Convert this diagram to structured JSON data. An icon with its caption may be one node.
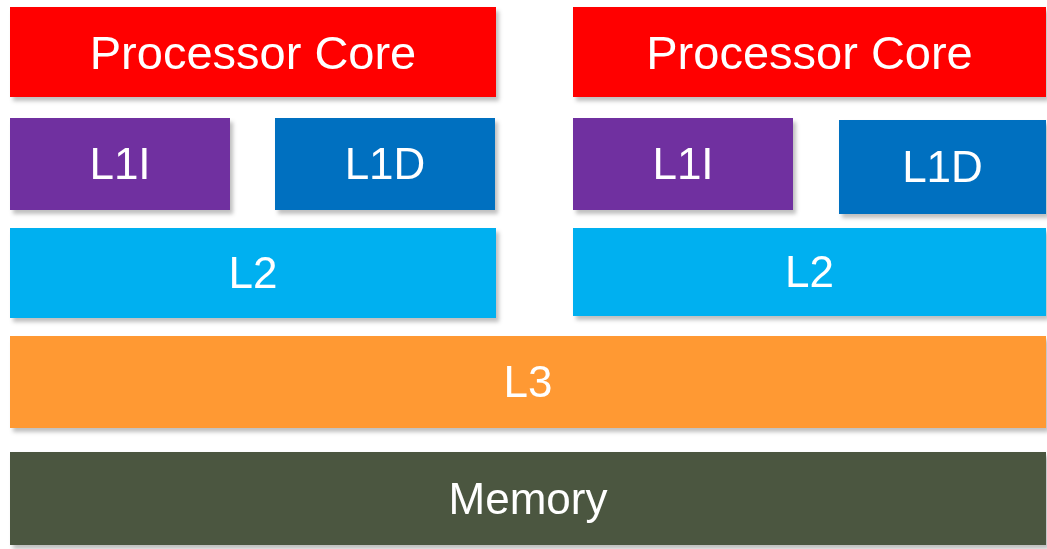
{
  "diagram": {
    "nodes": [
      {
        "text": [
          "Processor Core"
        ]
      },
      {
        "text": [
          "Processor Core"
        ]
      },
      {
        "text": [
          "L1I"
        ]
      },
      {
        "text": [
          "L1D"
        ]
      },
      {
        "text": [
          "L1I"
        ]
      },
      {
        "text": [
          "L1D"
        ]
      },
      {
        "text": [
          "L2"
        ]
      },
      {
        "text": [
          "L2"
        ]
      },
      {
        "text": [
          "L3"
        ]
      },
      {
        "text": [
          "Memory"
        ]
      }
    ]
  }
}
